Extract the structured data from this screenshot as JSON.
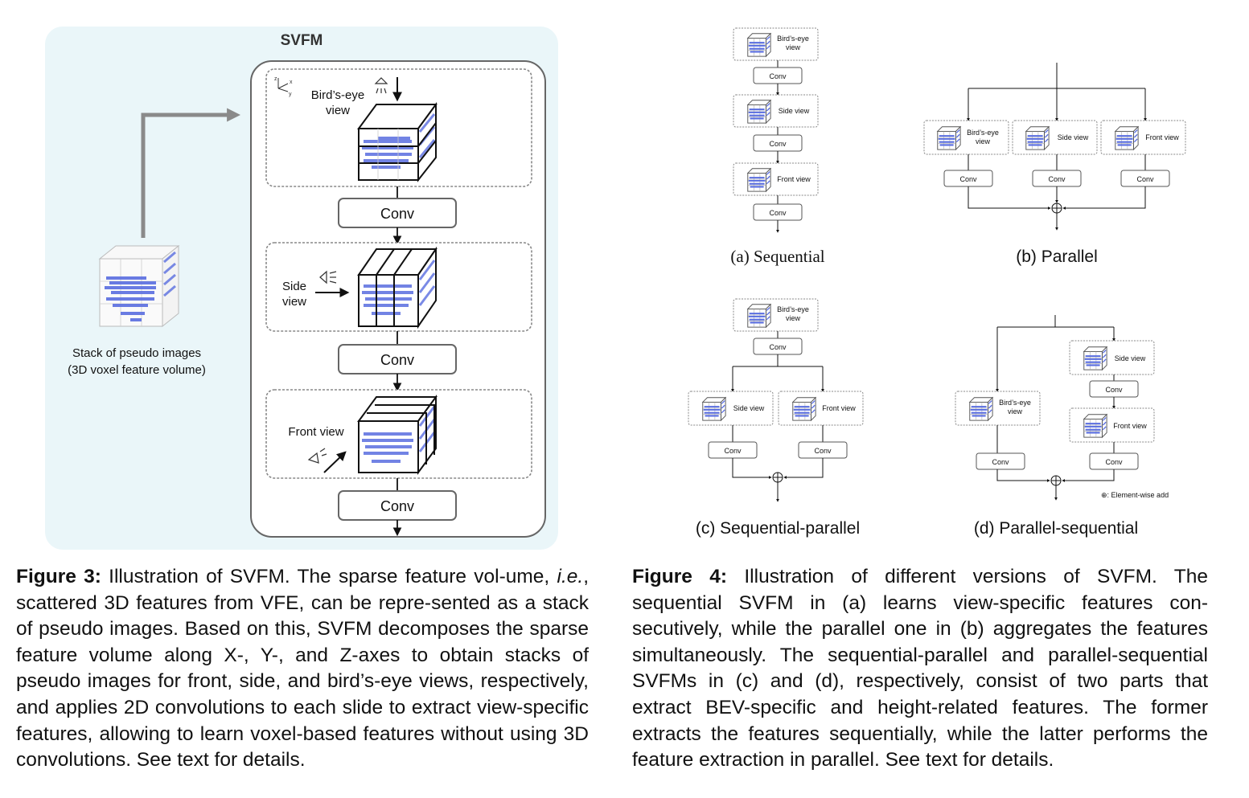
{
  "figure3": {
    "title": "SVFM",
    "stack_label_1": "Stack of pseudo images",
    "stack_label_2": "(3D voxel  feature volume)",
    "bev_label_1": "Bird’s-eye",
    "bev_label_2": "view",
    "side_label_1": "Side",
    "side_label_2": "view",
    "front_label": "Front view",
    "conv_label": "Conv",
    "axes_z": "z",
    "axes_x": "x",
    "axes_y": "y"
  },
  "figure4": {
    "bev_1": "Bird’s-eye",
    "bev_2": "view",
    "side": "Side view",
    "front": "Front view",
    "conv": "Conv",
    "legend": "⊕: Element-wise add",
    "sub_a": "(a)  Sequential",
    "sub_b": "(b)  Parallel",
    "sub_c": "(c)  Sequential-parallel",
    "sub_d": "(d)  Parallel-sequential"
  },
  "caption3": {
    "label": "Figure 3:",
    "t1": " Illustration of SVFM. The sparse feature vol-ume, ",
    "ie": "i.e.",
    "t2": ", scattered 3D features from VFE, can be repre-sented as a stack of pseudo images. Based on this, SVFM decomposes the sparse feature volume along X-, Y-, and Z-axes to obtain stacks of pseudo images for front, side, and bird’s-eye views, respectively, and applies 2D convolutions to each slide to extract view-specific features, allowing to learn voxel-based features without using 3D convolutions. See text for details."
  },
  "caption4": {
    "label": "Figure 4:",
    "text": " Illustration of different versions of SVFM. The sequential SVFM in (a) learns view-specific features con-secutively, while the parallel one in (b) aggregates the features simultaneously. The sequential-parallel and parallel-sequential SVFMs in (c) and (d), respectively, consist of two parts that extract BEV-specific and height-related features. The former extracts the features sequentially, while the latter performs the feature extraction in parallel. See text for details."
  },
  "colors": {
    "panel_bg": "#eaf6f9",
    "voxel_blue": "#5a6ee0",
    "arrow_gray": "#8a8a8a"
  }
}
